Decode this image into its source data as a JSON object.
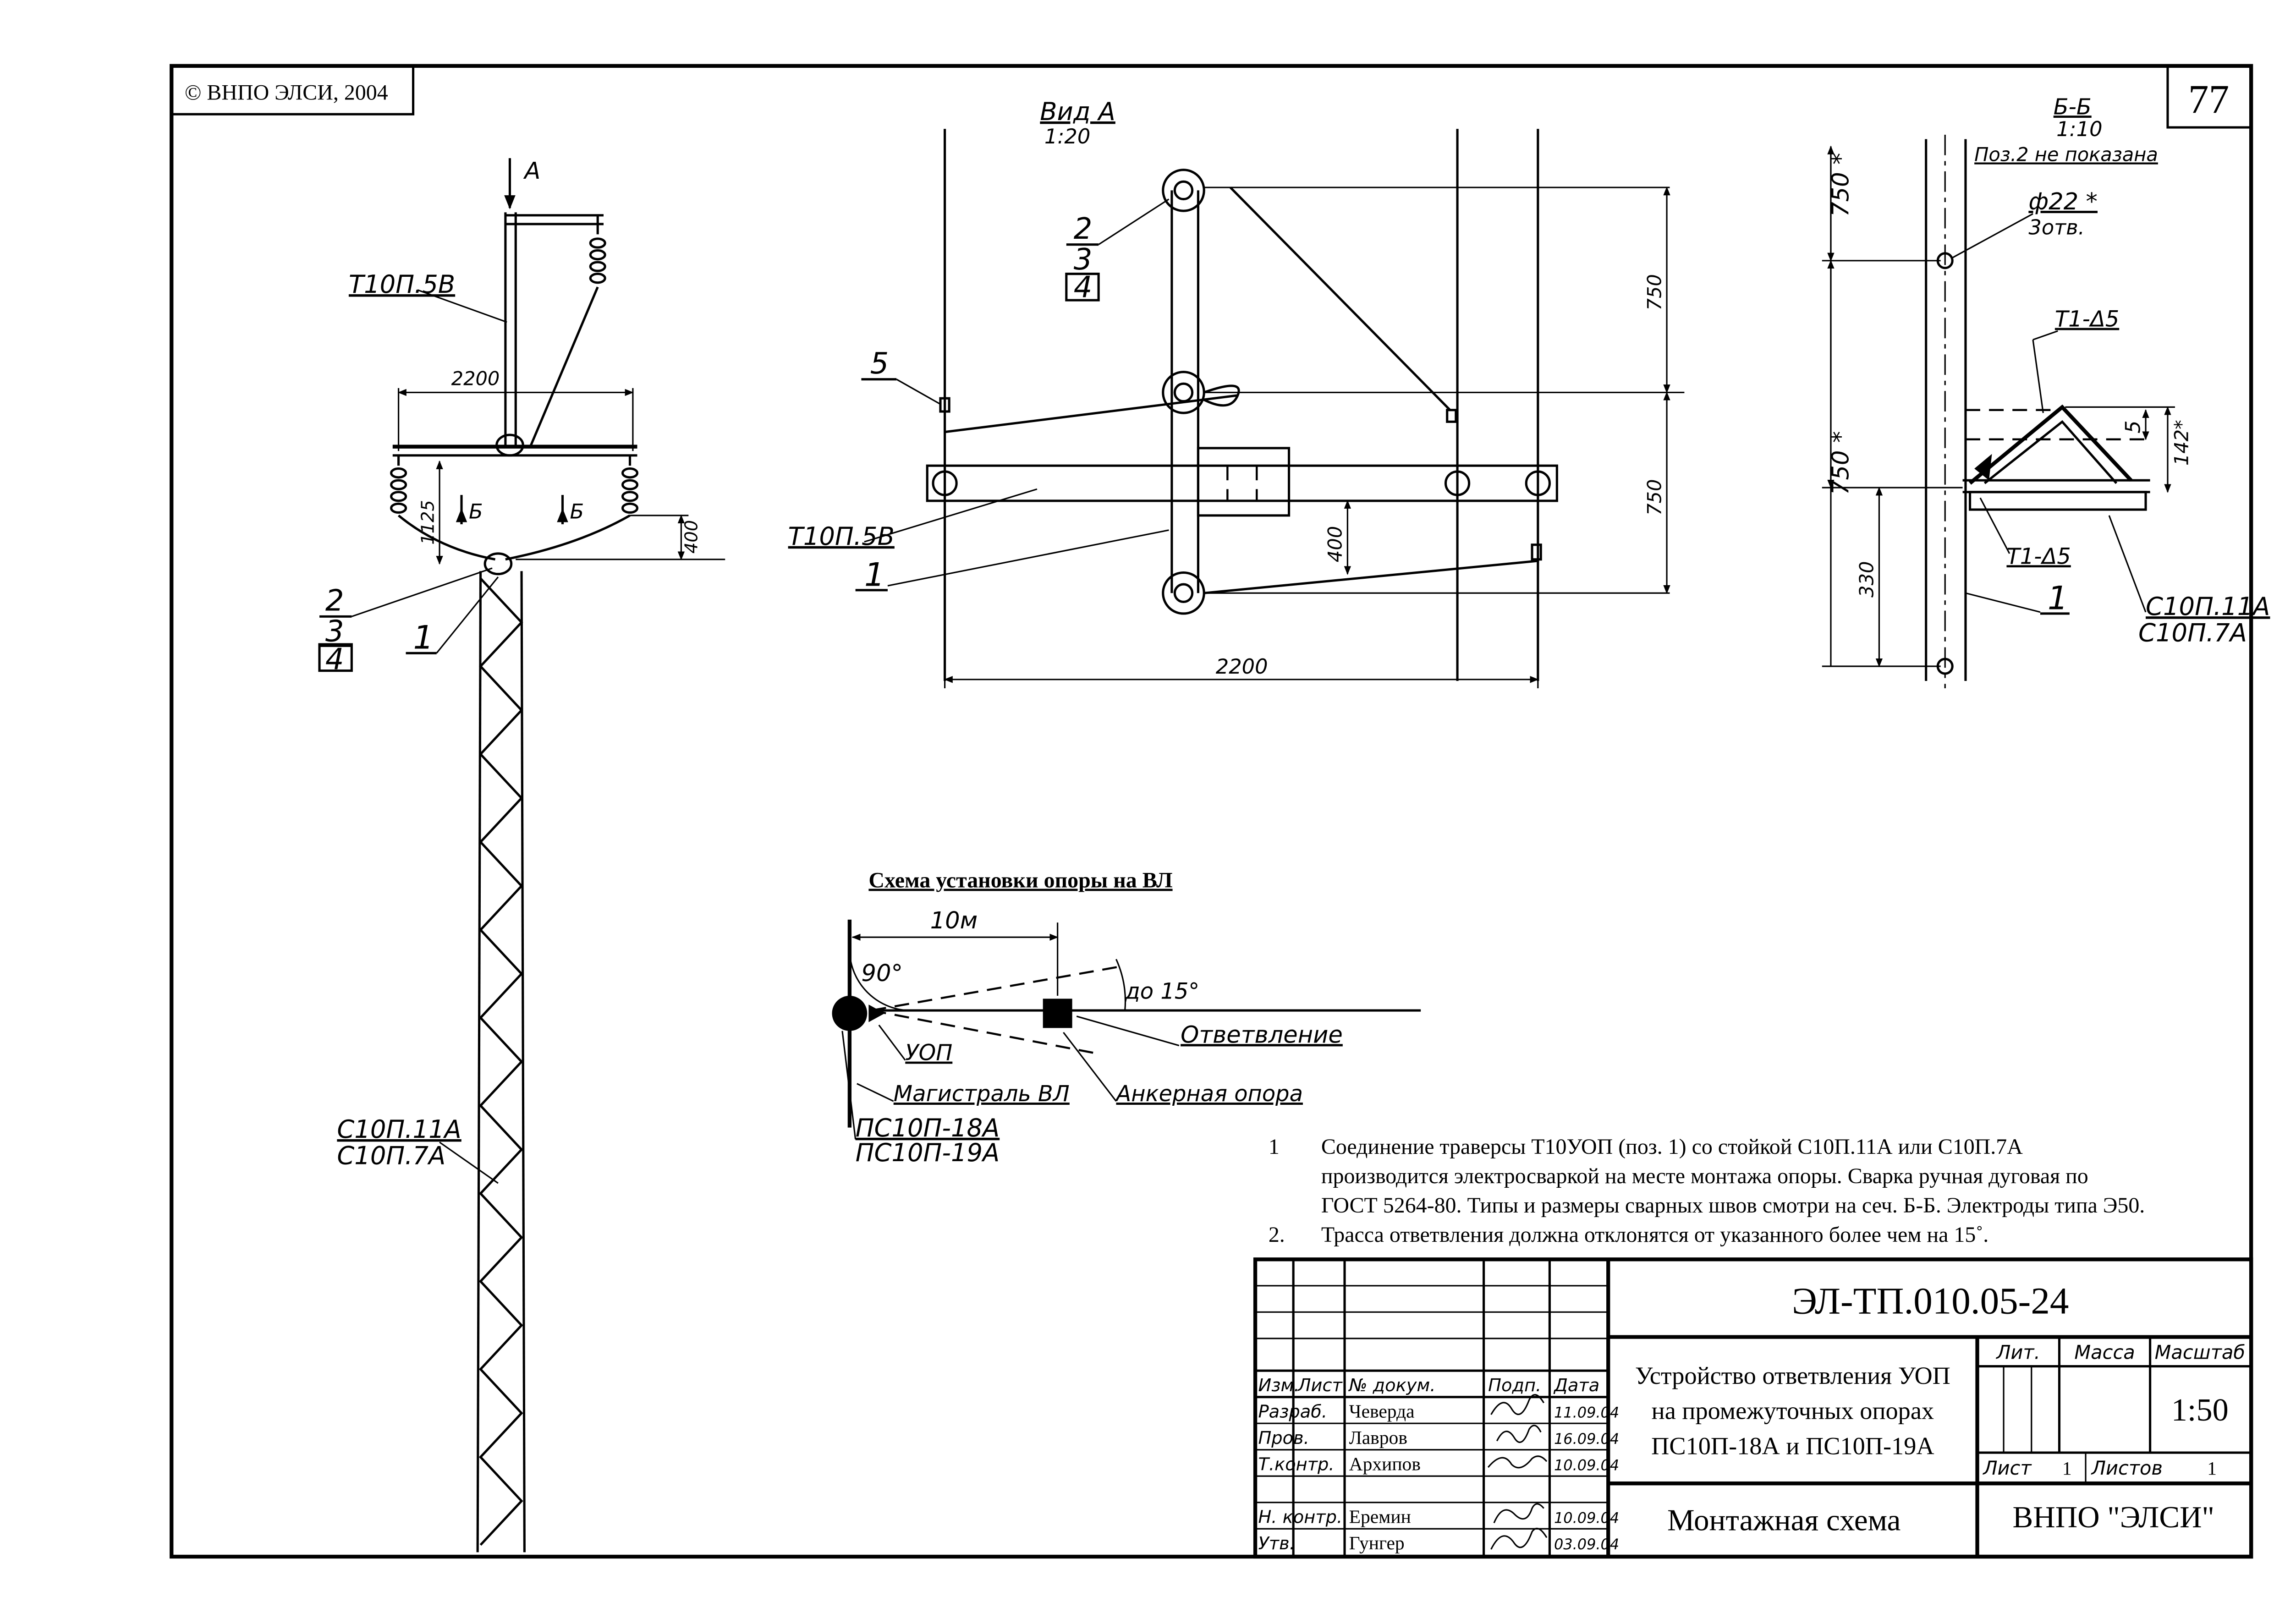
{
  "copyright": "© ВНПО ЭЛСИ, 2004",
  "sheet_number": "77",
  "pole_view": {
    "arrow_label": "А",
    "traverse_label": "Т10П.5В",
    "width_dim": "2200",
    "height_dim": "1125",
    "offset_dim": "400",
    "section_mark_left": "Б",
    "section_mark_right": "Б",
    "callout_numbers": [
      "2",
      "3",
      "4"
    ],
    "callout_one": "1",
    "column_label_1": "С10П.11А",
    "column_label_2": "С10П.7А"
  },
  "view_a": {
    "title": "Вид А",
    "scale": "1:20",
    "callout_numbers": [
      "2",
      "3",
      "4"
    ],
    "label_five": "5",
    "traverse_label": "Т10П.5В",
    "label_one": "1",
    "dim_750_top": "750",
    "dim_750_bottom": "750",
    "dim_400": "400",
    "dim_2200": "2200"
  },
  "section_bb": {
    "title": "Б-Б",
    "scale": "1:10",
    "note": "Поз.2 не показана",
    "dim_750_top": "750 *",
    "dim_750_mid": "750 *",
    "dim_330": "330",
    "hole_label": "ф22 *",
    "hole_count": "3отв.",
    "weld_top": "Т1-Δ5",
    "weld_bottom": "Т1-Δ5",
    "dim_5": "5",
    "dim_142": "142*",
    "label_one": "1",
    "column_label_1": "С10П.11А",
    "column_label_2": "С10П.7А"
  },
  "scheme": {
    "title": "Схема установки опоры на ВЛ",
    "dist": "10м",
    "angle_90": "90°",
    "angle_15": "до 15°",
    "branch": "Ответвление",
    "uop": "УОП",
    "main_line": "Магистраль ВЛ",
    "anchor": "Анкерная опора",
    "pole_1": "ПС10П-18А",
    "pole_2": "ПС10П-19А"
  },
  "notes": [
    {
      "num": "1",
      "lines": [
        "Соединение траверсы Т10УОП (поз. 1) со стойкой С10П.11А или С10П.7А",
        "производится  электросваркой на месте монтажа опоры. Сварка ручная дуговая  по",
        "ГОСТ 5264-80. Типы и размеры сварных швов смотри на сеч. Б-Б. Электроды типа Э50."
      ]
    },
    {
      "num": "2.",
      "lines": [
        "Трасса ответвления должна отклонятся от указанного более чем на 15˚."
      ]
    }
  ],
  "title_block": {
    "doc_code": "ЭЛ-ТП.010.05-24",
    "name_lines": [
      "Устройство ответвления УОП",
      "на промежуточных опорах",
      "ПС10П-18А и ПС10П-19А"
    ],
    "drawing_type": "Монтажная схема",
    "organization": "ВНПО \"ЭЛСИ\"",
    "col_lit": "Лит.",
    "col_mass": "Масса",
    "col_scale": "Масштаб",
    "scale": "1:50",
    "sheet_label": "Лист",
    "sheet_value": "1",
    "sheets_label": "Листов",
    "sheets_value": "1",
    "headers": [
      "Изм.",
      "Лист",
      "№ докум.",
      "Подп.",
      "Дата"
    ],
    "signatures": [
      {
        "role": "Разраб.",
        "name": "Чеверда",
        "date": "11.09.04"
      },
      {
        "role": "Пров.",
        "name": "Лавров",
        "date": "16.09.04"
      },
      {
        "role": "Т.контр.",
        "name": "Архипов",
        "date": "10.09.04"
      },
      {
        "role": "Н. контр.",
        "name": "Еремин",
        "date": "10.09.04"
      },
      {
        "role": "Утв.",
        "name": "Гунгер",
        "date": "03.09.04"
      }
    ]
  }
}
